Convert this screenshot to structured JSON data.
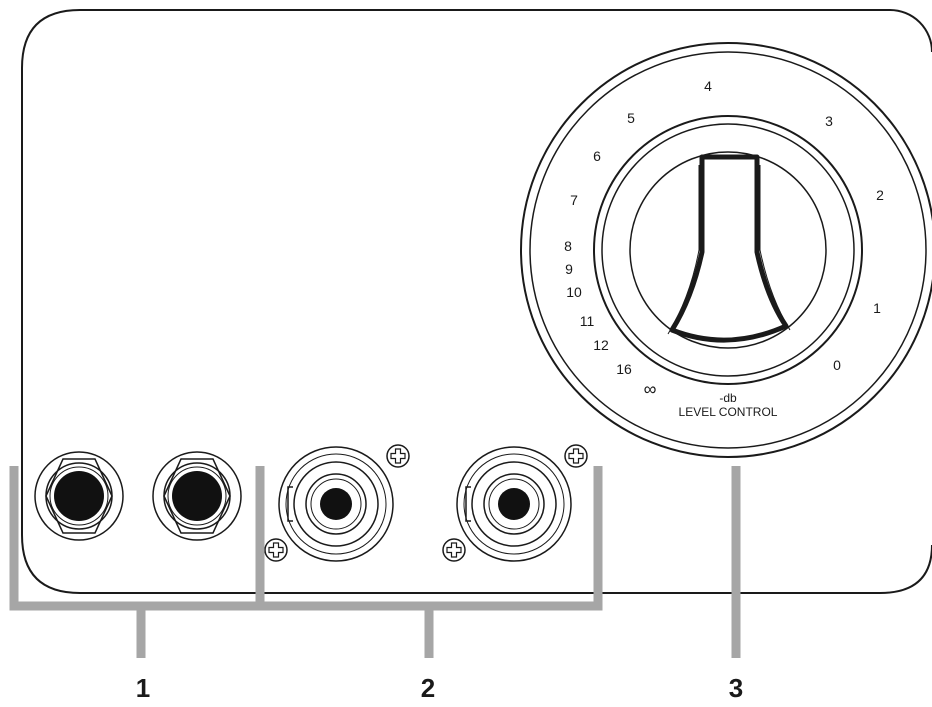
{
  "level_control": {
    "unit_label": "-db",
    "name_label": "LEVEL CONTROL",
    "scale": [
      "4",
      "5",
      "3",
      "6",
      "2",
      "7",
      "8",
      "9",
      "10",
      "1",
      "11",
      "12",
      "0",
      "16",
      "∞"
    ]
  },
  "callouts": [
    "1",
    "2",
    "3"
  ],
  "colors": {
    "outline": "#1a1a1a",
    "bracket": "#a6a6a6",
    "jack_fill": "#111111"
  },
  "icons": {
    "screw": "phillips-screw-icon"
  }
}
